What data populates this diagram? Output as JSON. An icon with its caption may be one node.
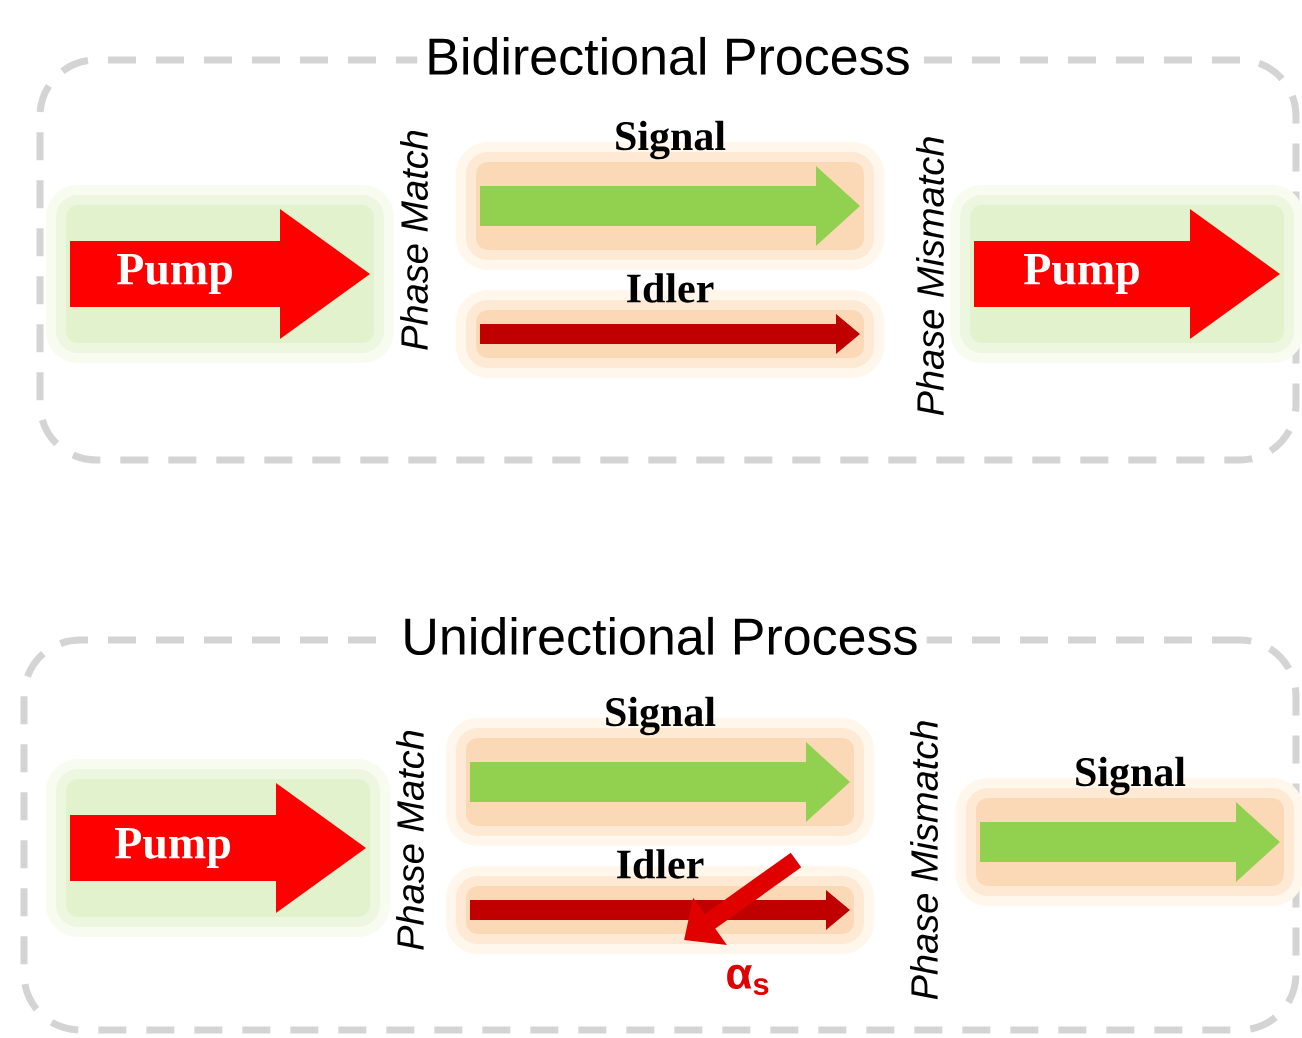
{
  "diagram": {
    "nodes": [
      {
        "text": [
          "Bidirectional Process"
        ]
      },
      {
        "text": [
          "Pump"
        ],
        "in": 0
      },
      {
        "text": [
          "Signal"
        ],
        "in": 0
      },
      {
        "text": [
          "Idler"
        ],
        "in": 0
      },
      {
        "text": [
          "Pump"
        ],
        "in": 0
      },
      {
        "text": [
          "Unidirectional Process"
        ]
      },
      {
        "text": [
          "Pump"
        ],
        "in": 5
      },
      {
        "text": [
          "Signal"
        ],
        "in": 5
      },
      {
        "text": [
          "Idler"
        ],
        "in": 5
      },
      {
        "text": [
          "Signal"
        ],
        "in": 5
      }
    ],
    "labels": [
      "Phase Match",
      "Phase Mismatch",
      "Phase Match",
      "Phase Mismatch",
      "α$_{s}$"
    ]
  }
}
